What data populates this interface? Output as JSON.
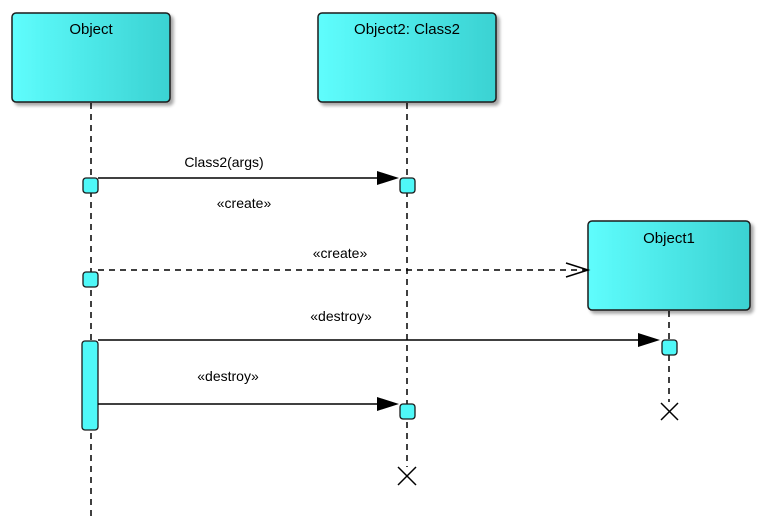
{
  "diagram": {
    "lifelines": [
      {
        "id": "object",
        "label": "Object"
      },
      {
        "id": "object2",
        "label": "Object2: Class2"
      },
      {
        "id": "object1",
        "label": "Object1"
      }
    ],
    "messages": [
      {
        "id": "m1",
        "label": "Class2(args)",
        "stereotype": "«create»"
      },
      {
        "id": "m2",
        "label": "«create»"
      },
      {
        "id": "m3",
        "label": "«destroy»"
      },
      {
        "id": "m4",
        "label": "«destroy»"
      }
    ]
  },
  "colors": {
    "box_fill_light": "#5ffdfd",
    "box_fill_dark": "#3ad2d2",
    "box_stroke": "#1a1a1a",
    "activation_fill": "#4ff8f8",
    "line": "#000000"
  }
}
